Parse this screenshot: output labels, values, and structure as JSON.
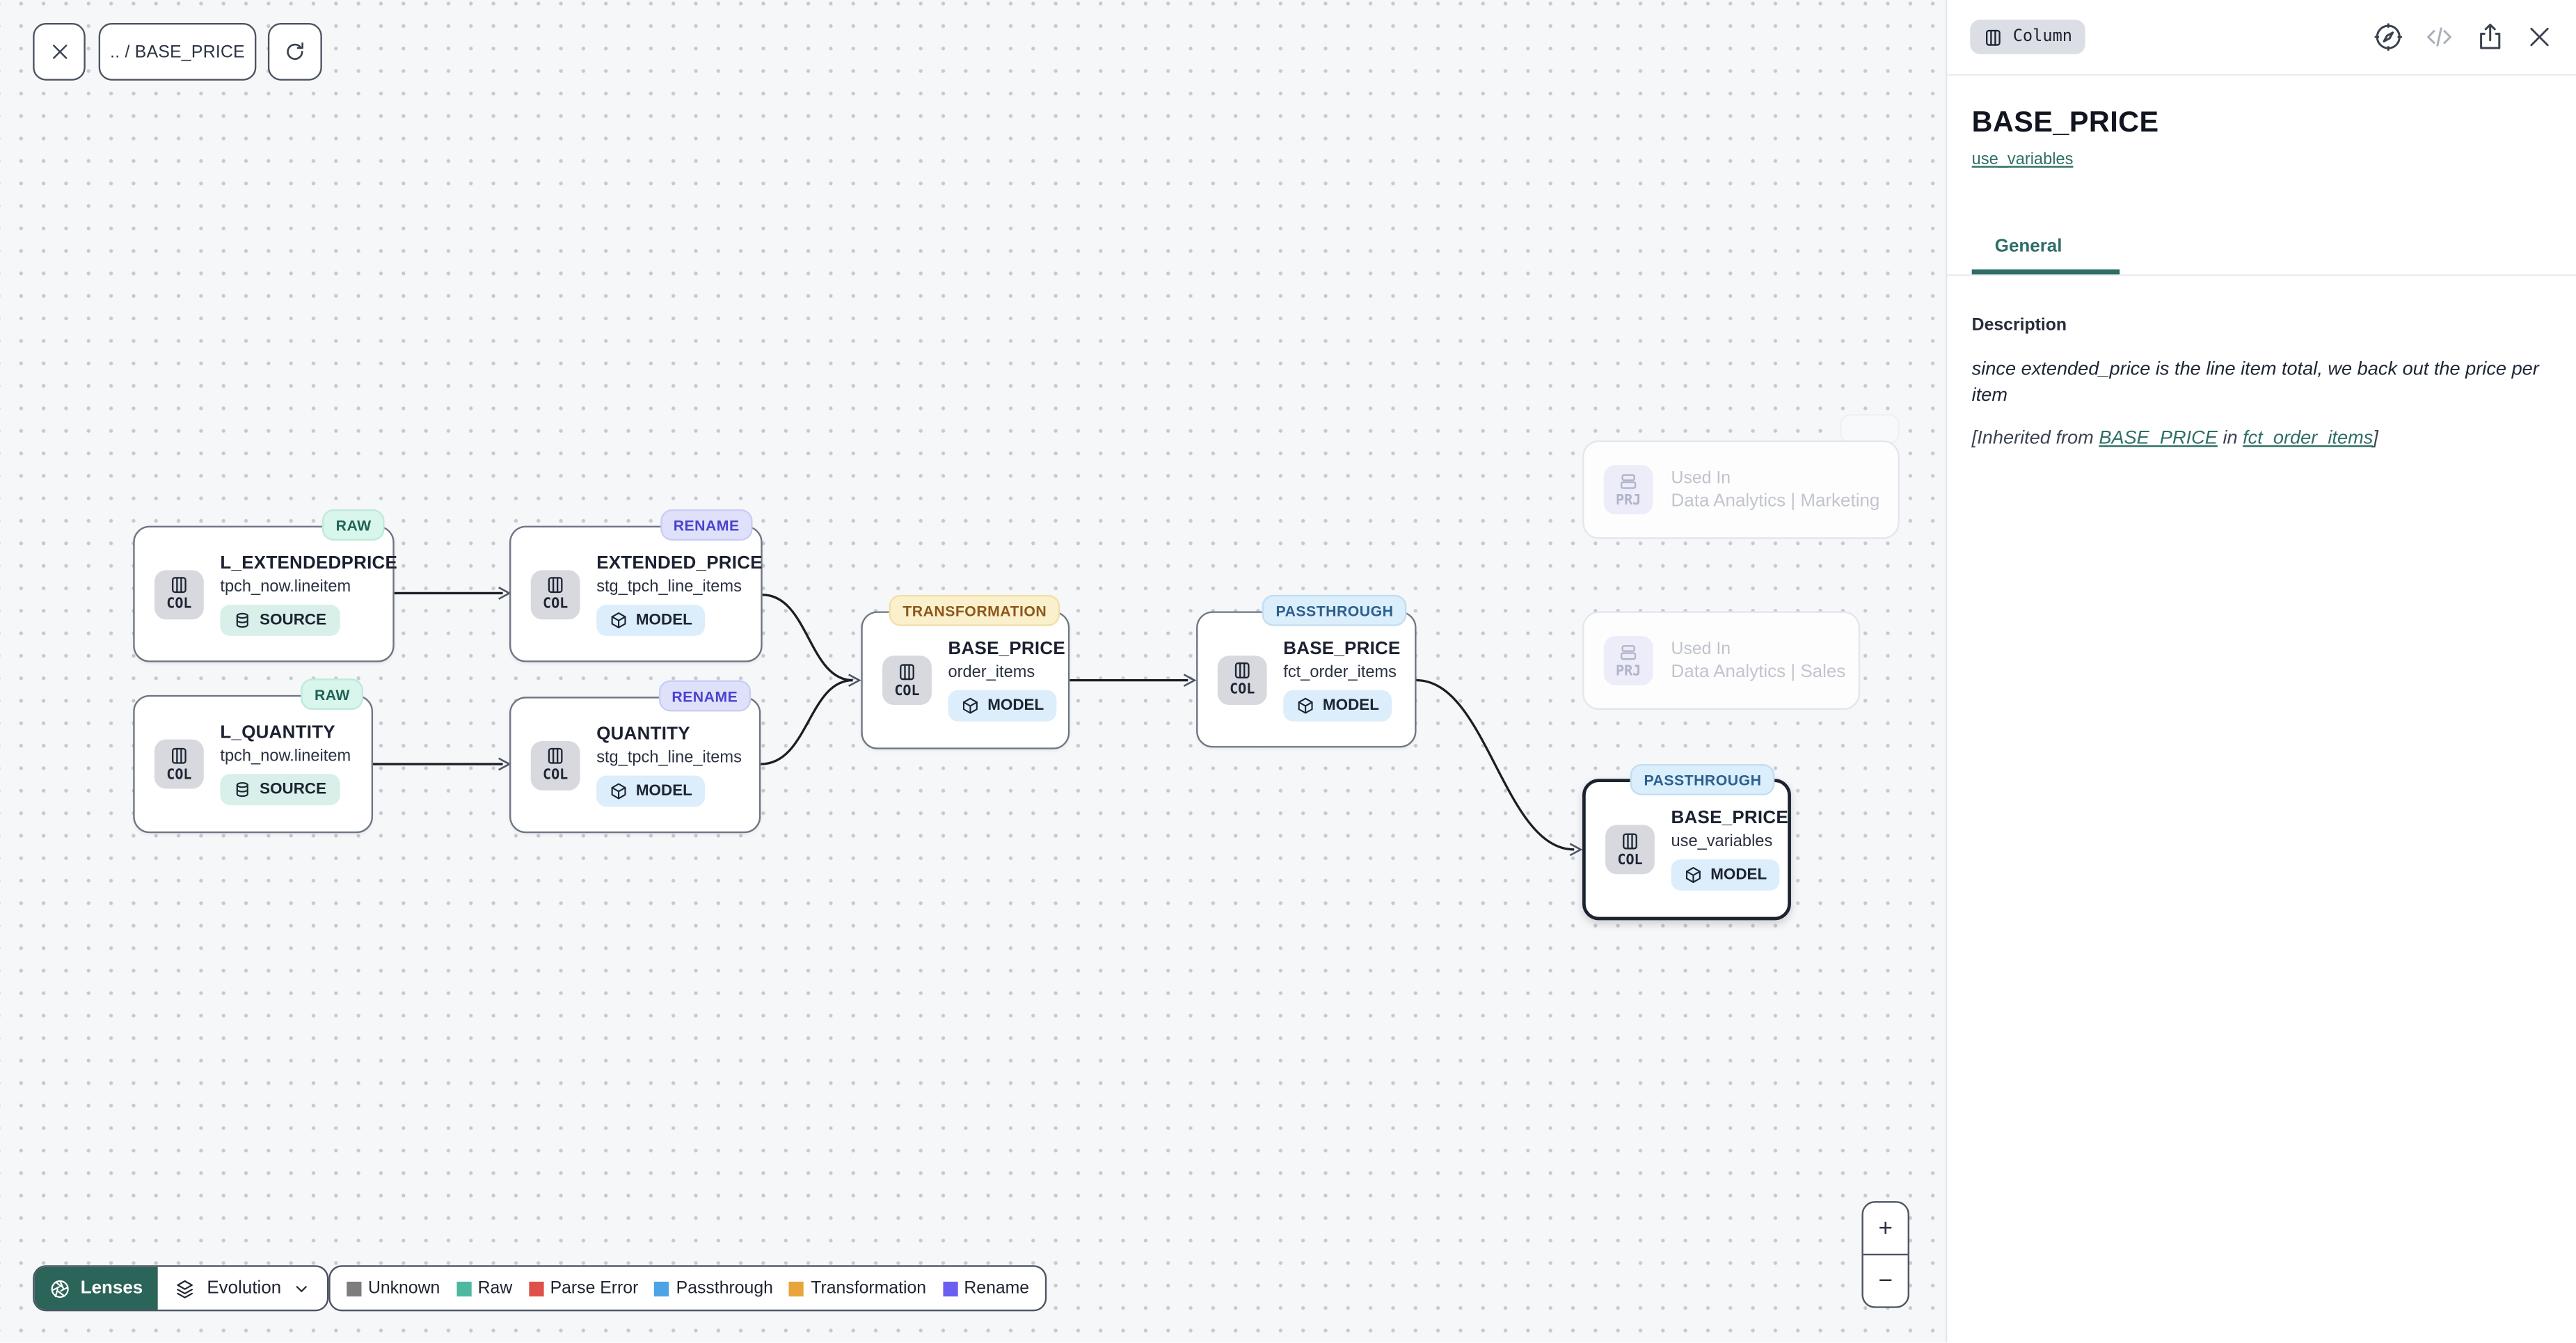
{
  "toolbar": {
    "breadcrumb": ".. / BASE_PRICE"
  },
  "canvas": {
    "nodes": [
      {
        "badge": "RAW",
        "chip": "COL",
        "title": "L_EXTENDEDPRICE",
        "subtitle": "tpch_now.lineitem",
        "tag": "SOURCE"
      },
      {
        "badge": "RENAME",
        "chip": "COL",
        "title": "EXTENDED_PRICE",
        "subtitle": "stg_tpch_line_items",
        "tag": "MODEL"
      },
      {
        "badge": "RAW",
        "chip": "COL",
        "title": "L_QUANTITY",
        "subtitle": "tpch_now.lineitem",
        "tag": "SOURCE"
      },
      {
        "badge": "RENAME",
        "chip": "COL",
        "title": "QUANTITY",
        "subtitle": "stg_tpch_line_items",
        "tag": "MODEL"
      },
      {
        "badge": "TRANSFORMATION",
        "chip": "COL",
        "title": "BASE_PRICE",
        "subtitle": "order_items",
        "tag": "MODEL"
      },
      {
        "badge": "PASSTHROUGH",
        "chip": "COL",
        "title": "BASE_PRICE",
        "subtitle": "fct_order_items",
        "tag": "MODEL"
      },
      {
        "badge": "PASSTHROUGH",
        "chip": "COL",
        "title": "BASE_PRICE",
        "subtitle": "use_variables",
        "tag": "MODEL",
        "selected": true
      }
    ],
    "ghost_nodes": [
      {
        "chip": "PRJ",
        "label": "Used In",
        "name": "Data Analytics | Marketing"
      },
      {
        "chip": "PRJ",
        "label": "Used In",
        "name": "Data Analytics | Sales"
      }
    ],
    "lenses": {
      "button": "Lenses",
      "selected_lens": "Evolution"
    },
    "legend": [
      {
        "label": "Unknown",
        "color": "#7d7d7d"
      },
      {
        "label": "Raw",
        "color": "#4cb8a2"
      },
      {
        "label": "Parse Error",
        "color": "#df5148"
      },
      {
        "label": "Passthrough",
        "color": "#4da4e4"
      },
      {
        "label": "Transformation",
        "color": "#e8a53a"
      },
      {
        "label": "Rename",
        "color": "#6a5ff0"
      }
    ],
    "zoom": {
      "in": "+",
      "out": "−"
    }
  },
  "panel": {
    "type_badge": "Column",
    "title": "BASE_PRICE",
    "model_link": "use_variables",
    "tabs": [
      {
        "label": "General"
      }
    ],
    "description": {
      "heading": "Description",
      "body": "since extended_price is the line item total, we back out the price per item",
      "inherited_prefix": "[Inherited from ",
      "link_column": "BASE_PRICE",
      "inherited_infix": " in ",
      "link_model": "fct_order_items",
      "inherited_suffix": "]"
    }
  },
  "accent_colors": {
    "teal": "#2e6e66",
    "selection": "#1c2330",
    "lenses_button": "#2b6459"
  }
}
